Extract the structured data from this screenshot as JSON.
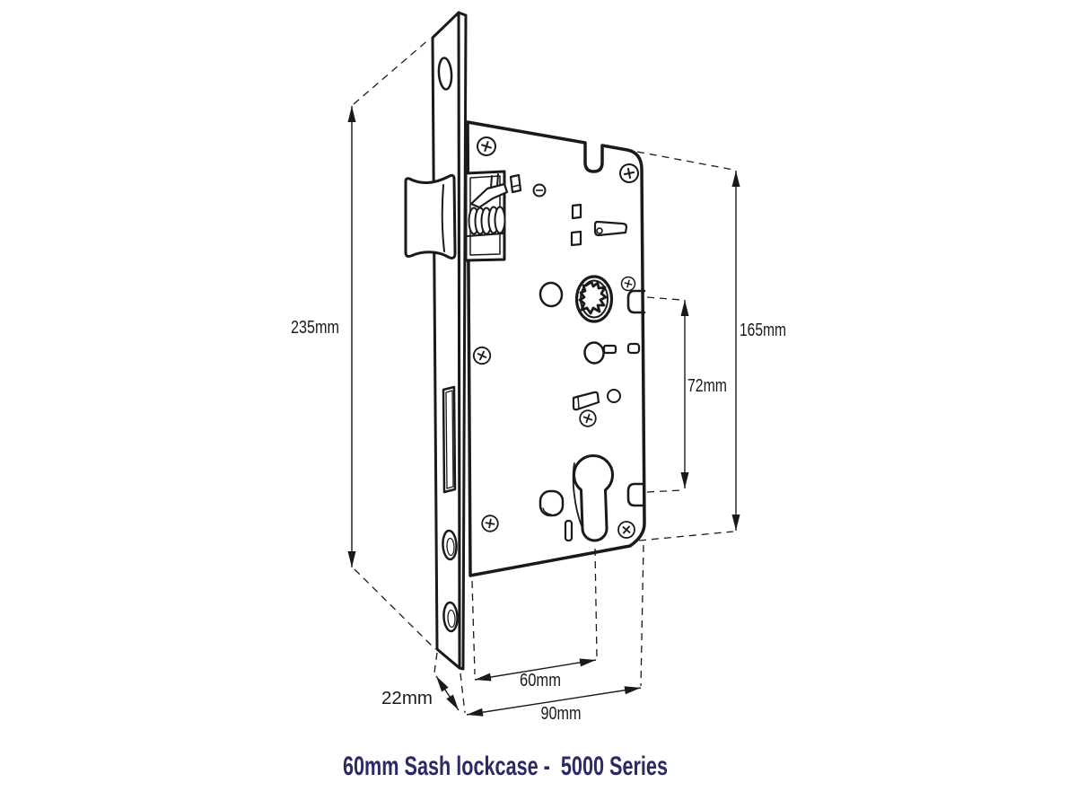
{
  "title": "60mm Sash lockcase -  5000 Series",
  "colors": {
    "line": "#1a1a1a",
    "title": "#2b2a64",
    "background": "#ffffff"
  },
  "dimensions": {
    "faceplate_length": "235mm",
    "case_height": "165mm",
    "follower_to_cylinder": "72mm",
    "backset": "60mm",
    "case_depth": "90mm",
    "faceplate_width": "22mm"
  }
}
